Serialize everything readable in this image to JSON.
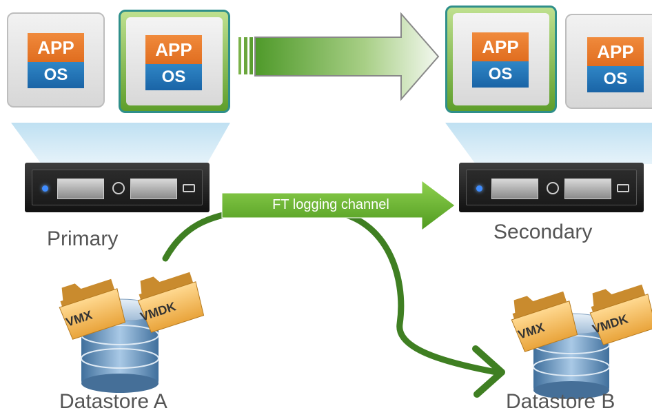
{
  "vms": [
    {
      "app": "APP",
      "os": "OS"
    },
    {
      "app": "APP",
      "os": "OS"
    },
    {
      "app": "APP",
      "os": "OS"
    },
    {
      "app": "APP",
      "os": "OS"
    }
  ],
  "hosts": {
    "primary": "Primary",
    "secondary": "Secondary"
  },
  "channel": "FT logging channel",
  "datastores": {
    "a": {
      "name": "Datastore A",
      "files": [
        "VMX",
        "VMDK"
      ]
    },
    "b": {
      "name": "Datastore B",
      "files": [
        "VMX",
        "VMDK"
      ]
    }
  },
  "colors": {
    "ft_green": "#5a9e2a",
    "app_orange": "#e8782a",
    "os_blue": "#2477bb",
    "beam_blue": "#c6e3f3",
    "folder": "#f2b65a",
    "disk": "#6f98c0"
  }
}
